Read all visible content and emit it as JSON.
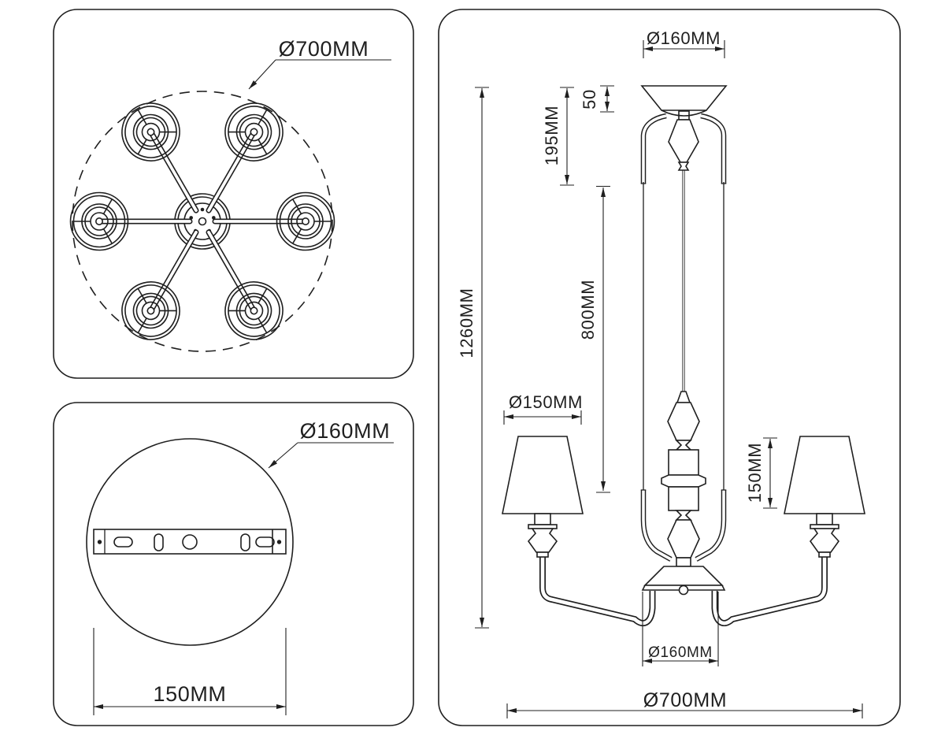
{
  "colors": {
    "line": "#1f1f1f",
    "background": "#ffffff"
  },
  "top_view": {
    "dim_diameter": "Ø700MM"
  },
  "canopy_view": {
    "dim_diameter": "Ø160MM",
    "dim_bracket_width": "150MM"
  },
  "side_view": {
    "dim_canopy_diameter": "Ø160MM",
    "dim_canopy_height": "50",
    "dim_upper_rod": "195MM",
    "dim_total_height": "1260MM",
    "dim_suspension": "800MM",
    "dim_shade_diameter": "Ø150MM",
    "dim_shade_height": "150MM",
    "dim_bottom_hub_diameter": "Ø160MM",
    "dim_overall_diameter": "Ø700MM"
  }
}
